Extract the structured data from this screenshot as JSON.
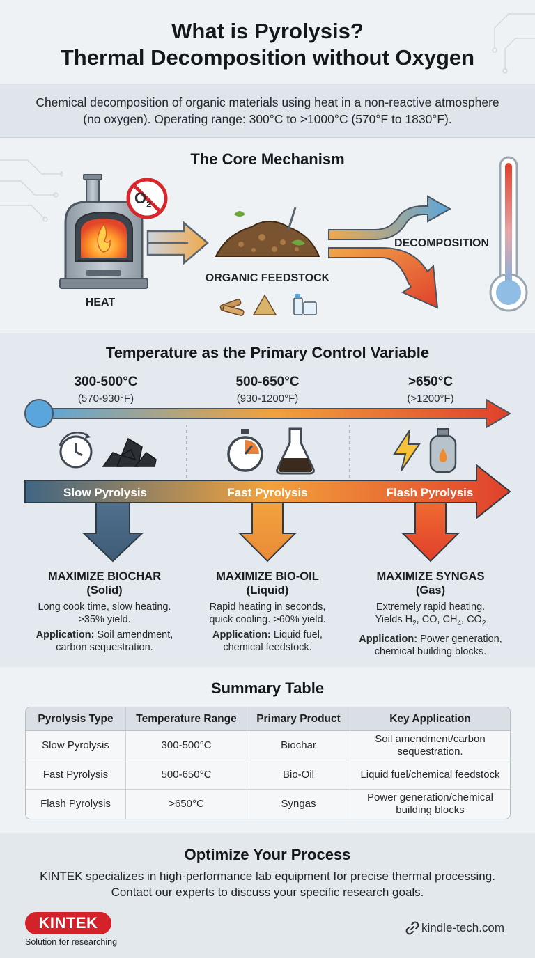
{
  "title": {
    "line1": "What is Pyrolysis?",
    "line2": "Thermal Decomposition without Oxygen"
  },
  "intro": "Chemical decomposition of organic materials using heat in a non-reactive atmosphere (no oxygen). Operating range: 300°C to >1000°C (570°F to 1830°F).",
  "mechanism": {
    "title": "The Core Mechanism",
    "heat_label": "HEAT",
    "feedstock_label": "ORGANIC FEEDSTOCK",
    "decomposition_label": "DECOMPOSITION",
    "no_oxygen_symbol": "O",
    "no_oxygen_sub": "2"
  },
  "temperature": {
    "title": "Temperature as the Primary Control Variable",
    "ranges": [
      {
        "c": "300-500°C",
        "f": "(570-930°F)"
      },
      {
        "c": "500-650°C",
        "f": "(930-1200°F)"
      },
      {
        "c": ">650°C",
        "f": "(>1200°F)"
      }
    ],
    "types": [
      "Slow Pyrolysis",
      "Fast Pyrolysis",
      "Flash Pyrolysis"
    ]
  },
  "outcomes": [
    {
      "headline": "MAXIMIZE BIOCHAR",
      "state": "(Solid)",
      "desc_lines": [
        "Long cook time, slow heating.",
        ">35% yield."
      ],
      "app_label": "Application:",
      "app_lines": [
        " Soil amendment,",
        "carbon sequestration."
      ]
    },
    {
      "headline": "MAXIMIZE BIO-OIL",
      "state": "(Liquid)",
      "desc_lines": [
        "Rapid heating in seconds,",
        "quick cooling. >60% yield."
      ],
      "app_label": "Application:",
      "app_lines": [
        " Liquid fuel,",
        "chemical feedstock."
      ]
    },
    {
      "headline": "MAXIMIZE SYNGAS",
      "state": "(Gas)",
      "desc_line1": "Extremely rapid heating.",
      "gases_prefix": "Yields H",
      "gases_h_sub": "2",
      "gases_mid": ", CO, CH",
      "gases_ch_sub": "4",
      "gases_end": ", CO",
      "gases_co_sub": "2",
      "app_label": "Application:",
      "app_lines": [
        " Power generation,",
        "chemical building blocks."
      ]
    }
  ],
  "table": {
    "title": "Summary Table",
    "headers": [
      "Pyrolysis Type",
      "Temperature Range",
      "Primary Product",
      "Key Application"
    ],
    "rows": [
      [
        "Slow Pyrolysis",
        "300-500°C",
        "Biochar",
        "Soil amendment/carbon sequestration."
      ],
      [
        "Fast Pyrolysis",
        "500-650°C",
        "Bio-Oil",
        "Liquid fuel/chemical feedstock"
      ],
      [
        "Flash Pyrolysis",
        ">650°C",
        "Syngas",
        "Power generation/chemical building blocks"
      ]
    ]
  },
  "footer": {
    "title": "Optimize Your Process",
    "line1": "KINTEK specializes in high-performance lab equipment for precise thermal processing.",
    "line2": "Contact our experts to discuss your specific research goals.",
    "brand": "KINTEK",
    "tagline": "Solution for researching",
    "site": "kindle-tech.com"
  },
  "colors": {
    "cool": "#5aa6dc",
    "mid": "#f28a2c",
    "hot": "#e0402c",
    "brand": "#d3222a"
  }
}
